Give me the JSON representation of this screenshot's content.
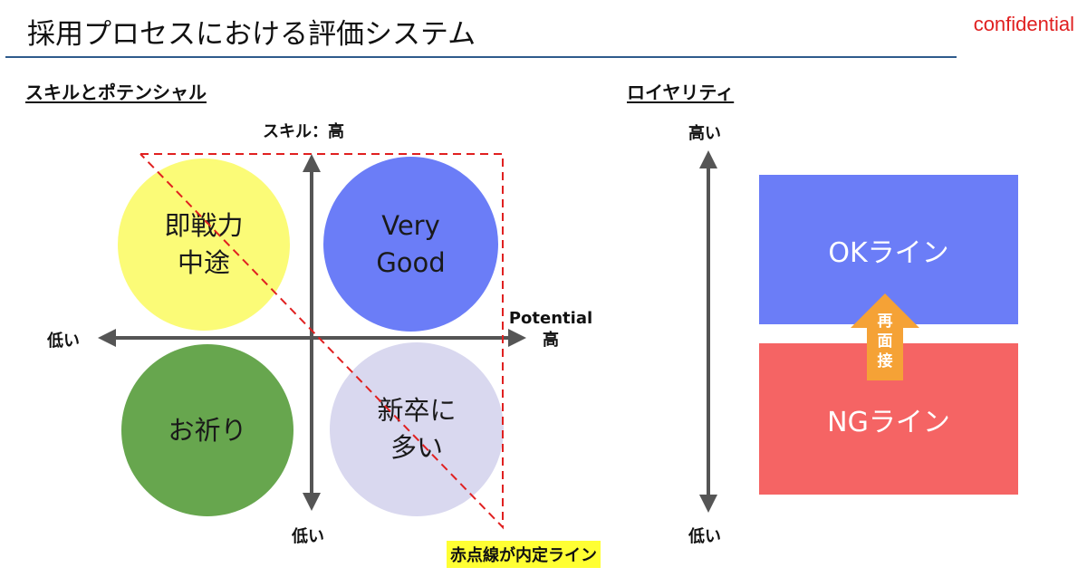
{
  "header": {
    "title": "採用プロセスにおける評価システム",
    "confidential": "confidential"
  },
  "skill_potential": {
    "heading": "スキルとポテンシャル",
    "y_axis_top": "スキル：高",
    "y_axis_bottom": "低い",
    "x_axis_left": "低い",
    "x_axis_right_line1": "Potential",
    "x_axis_right_line2": "高",
    "quadrants": [
      {
        "line1": "即戦力",
        "line2": "中途",
        "color": "#fbfb77"
      },
      {
        "line1": "Very",
        "line2": "Good",
        "color": "#6b7df7"
      },
      {
        "line1": "お祈り",
        "line2": "",
        "color": "#67a64e"
      },
      {
        "line1": "新卒に",
        "line2": "多い",
        "color": "#d9d8ef"
      }
    ],
    "note": "赤点線が内定ライン"
  },
  "loyalty": {
    "heading": "ロイヤリティ",
    "top": "高い",
    "bottom": "低い",
    "ok_line": "OKライン",
    "ng_line": "NGライン",
    "reinterview": [
      "再",
      "面",
      "接"
    ],
    "colors": {
      "ok": "#6b7df7",
      "ng": "#f56464",
      "arrow": "#f5a236"
    }
  },
  "colors": {
    "axis": "#555555",
    "dashed": "#e02020",
    "rule": "#2e5b8c"
  }
}
